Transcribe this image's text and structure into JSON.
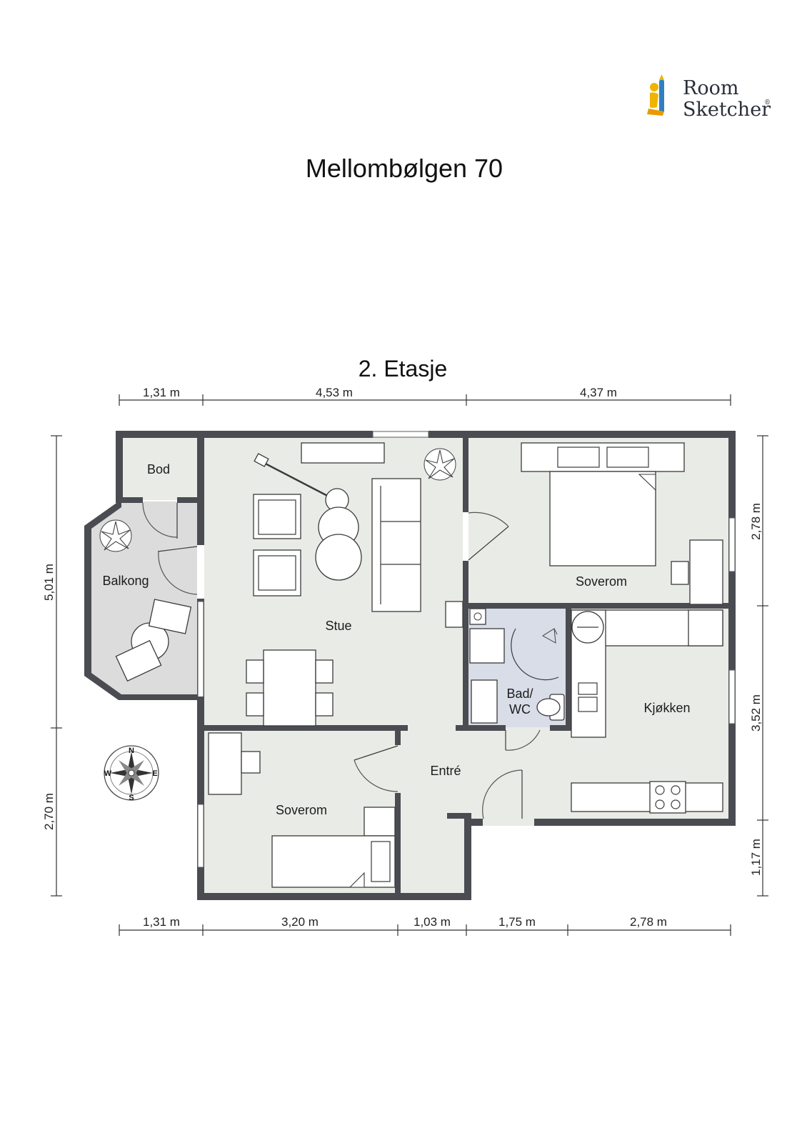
{
  "logo": {
    "line1": "Room",
    "line2": "Sketcher",
    "mark": "®"
  },
  "title": "Mellombølgen 70",
  "floor_label": "2. Etasje",
  "dimensions": {
    "top": [
      "1,31 m",
      "4,53 m",
      "4,37 m"
    ],
    "bottom": [
      "1,31 m",
      "3,20 m",
      "1,03 m",
      "1,75 m",
      "2,78 m"
    ],
    "left": [
      "5,01 m",
      "2,70 m"
    ],
    "right": [
      "2,78 m",
      "3,52 m",
      "1,17 m"
    ]
  },
  "rooms": {
    "bod": "Bod",
    "balkong": "Balkong",
    "stue": "Stue",
    "soverom_top": "Soverom",
    "bad_line1": "Bad/",
    "bad_line2": "WC",
    "kjokken": "Kjøkken",
    "entre": "Entré",
    "soverom_bottom": "Soverom"
  },
  "compass": {
    "n": "N",
    "s": "S",
    "e": "E",
    "w": "W"
  },
  "colors": {
    "wall": "#4a4c52",
    "floor": "#e9ebe6",
    "bath_floor": "#d8dde8",
    "balcony_floor": "#dcdcdc"
  }
}
